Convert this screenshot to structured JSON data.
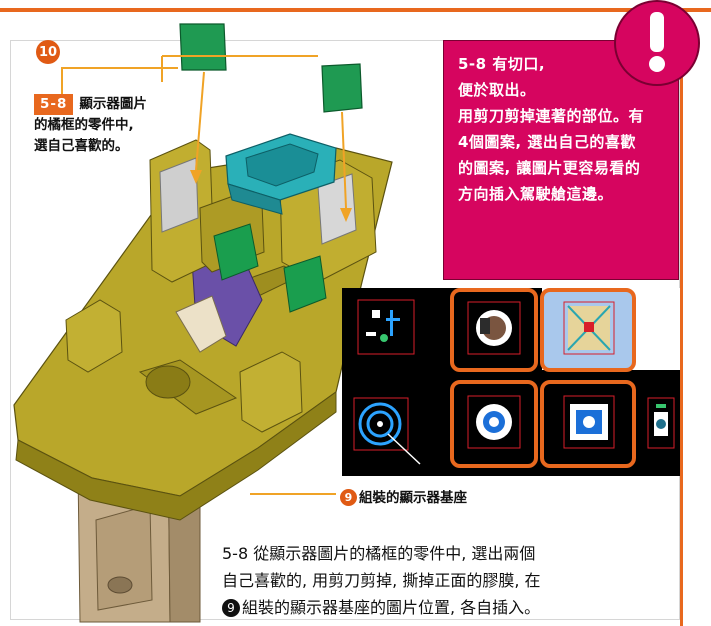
{
  "step_number": "10",
  "left_callout": {
    "tag": "5-8",
    "lines": [
      "顯示器圖片",
      "的橘框的零件中,",
      "選自己喜歡的。"
    ]
  },
  "note": {
    "lines": [
      "5-8 有切口,",
      "便於取出。",
      "用剪刀剪掉連著的部位。有",
      "4個圖案, 選出自己的喜歡",
      "的圖案, 讓圖片更容易看的",
      "方向插入駕駛艙這邊。"
    ]
  },
  "base_caption": {
    "number": "9",
    "text": "組裝的顯示器基座"
  },
  "body": {
    "lines": [
      "5-8 從顯示器圖片的橘框的零件中, 選出兩個",
      "自己喜歡的, 用剪刀剪掉, 撕掉正面的膠膜, 在"
    ],
    "line3_number": "9",
    "line3_text": "組裝的顯示器基座的圖片位置, 各自插入。"
  },
  "colors": {
    "accent_orange": "#e8681e",
    "note_magenta": "#d6055f",
    "base_olive": "#bfae29",
    "tray_teal": "#2aa6b0",
    "panel_green": "#1f9a52"
  },
  "icons": [
    "exclamation-icon",
    "arrow-icon"
  ]
}
